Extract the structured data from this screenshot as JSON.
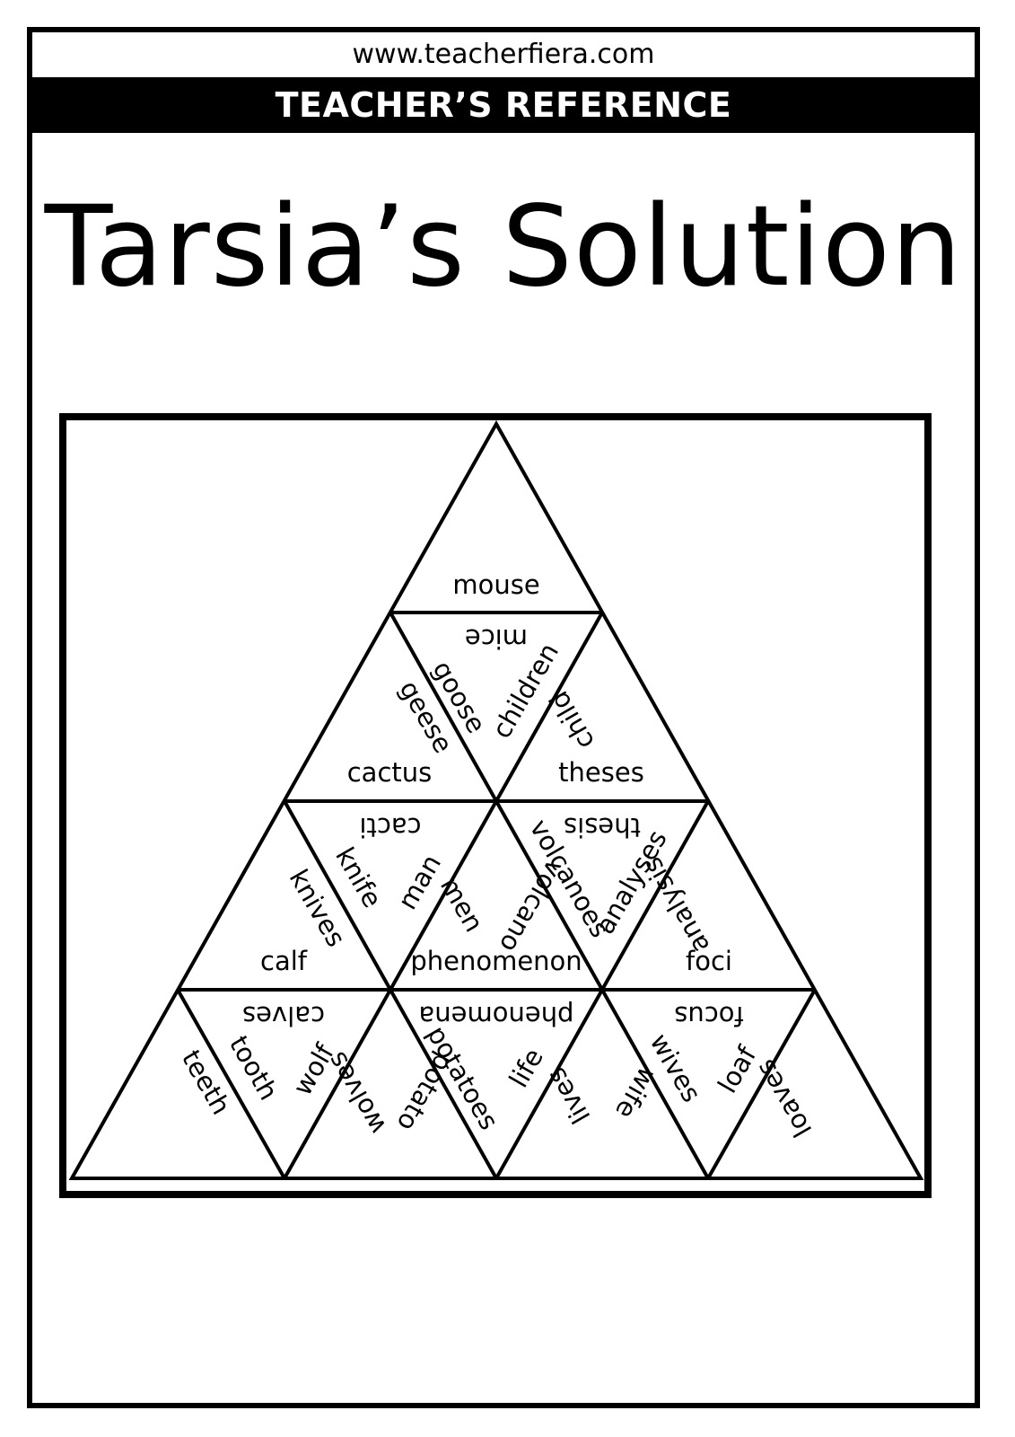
{
  "header": {
    "url": "www.teacherfiera.com",
    "banner": "TEACHER’S REFERENCE"
  },
  "title": "Tarsia’s Solution",
  "puzzle": {
    "labels": [
      "mouse",
      "mice",
      "goose",
      "children",
      "geese",
      "child",
      "cactus",
      "theses",
      "cacti",
      "thesis",
      "knife",
      "volcanoes",
      "analyses",
      "man",
      "volcano",
      "knives",
      "men",
      "analysis",
      "calf",
      "phenomenon",
      "foci",
      "calves",
      "phenomena",
      "focus",
      "tooth",
      "potatoes",
      "wives",
      "teeth",
      "wolf",
      "life",
      "loaf",
      "wolves",
      "potato",
      "lives",
      "wife",
      "loaves"
    ]
  }
}
